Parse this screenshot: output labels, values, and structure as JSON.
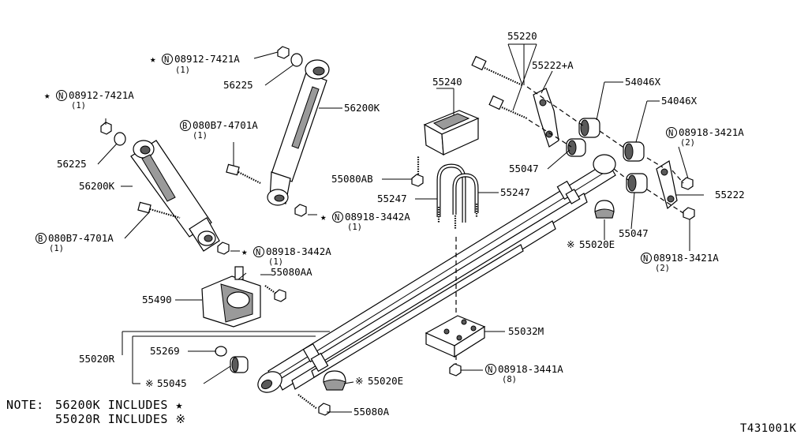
{
  "diagram_code": "T431001K",
  "note": {
    "prefix": "NOTE:",
    "line1": "56200K INCLUDES ★",
    "line2": "55020R INCLUDES ※"
  },
  "symbols": {
    "star": "★",
    "note_mark": "※",
    "circled_n": "N",
    "circled_b": "B"
  },
  "labels": {
    "p08912_top": "08912-7421A",
    "p08912_top_qty": "(1)",
    "p56225_top": "56225",
    "p56200k_top": "56200K",
    "p080b7_top": "080B7-4701A",
    "p080b7_top_qty": "(1)",
    "p08918_3442_top": "08918-3442A",
    "p08918_3442_top_qty": "(1)",
    "p08912_left": "08912-7421A",
    "p08912_left_qty": "(1)",
    "p56225_left": "56225",
    "p56200k_left": "56200K",
    "p080b7_left": "080B7-4701A",
    "p080b7_left_qty": "(1)",
    "p08918_3442_left": "08918-3442A",
    "p08918_3442_left_qty": "(1)",
    "p55080aa": "55080AA",
    "p55490": "55490",
    "p55240": "55240",
    "p55080ab": "55080AB",
    "p55247_left": "55247",
    "p55247_right": "55247",
    "p55220": "55220",
    "p55222a": "55222+A",
    "p54046x_top": "54046X",
    "p54046x_right": "54046X",
    "p08918_3421_top": "08918-3421A",
    "p08918_3421_top_qty": "(2)",
    "p55222": "55222",
    "p55047_left": "55047",
    "p55047_right": "55047",
    "p55020e_right": "55020E",
    "p08918_3421_bottom": "08918-3421A",
    "p08918_3421_bottom_qty": "(2)",
    "p55032m": "55032M",
    "p08918_3441": "08918-3441A",
    "p08918_3441_qty": "(8)",
    "p55020r": "55020R",
    "p55269": "55269",
    "p55045": "55045",
    "p55020e_bottom": "55020E",
    "p55080a": "55080A"
  }
}
